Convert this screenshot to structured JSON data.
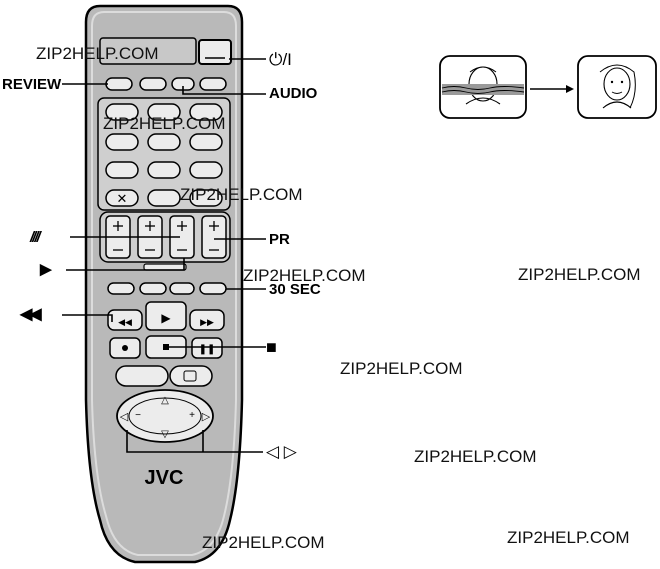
{
  "labels": {
    "power": "⏻/I",
    "review": "REVIEW",
    "audio": "AUDIO",
    "tracking": "////",
    "pr": "PR",
    "play": "▶",
    "thirty_sec": "30 SEC",
    "rewind": "◀◀",
    "stop": "■",
    "left_right": "◁ ▷"
  },
  "remote": {
    "brand": "JVC"
  },
  "watermarks": [
    "ZIP2HELP.COM",
    "ZIP2HELP.COM",
    "ZIP2HELP.COM",
    "ZIP2HELP.COM",
    "ZIP2HELP.COM",
    "ZIP2HELP.COM",
    "ZIP2HELP.COM",
    "ZIP2HELP.COM",
    "ZIP2HELP.COM"
  ],
  "colors": {
    "remote_body": "#b9b9b9",
    "remote_outline": "#000000",
    "button_fill": "#ececec"
  }
}
